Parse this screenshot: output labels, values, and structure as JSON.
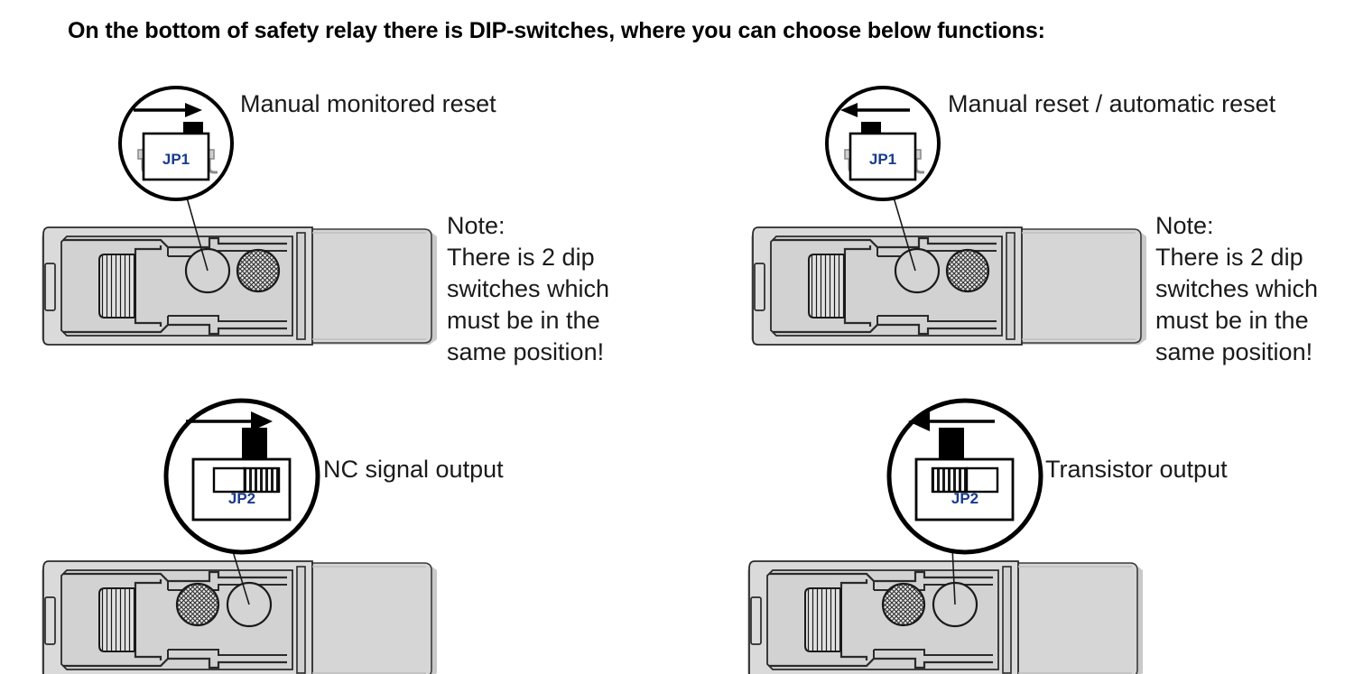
{
  "title": "On the bottom of safety relay there is DIP-switches, where you can choose below functions:",
  "colors": {
    "housing_fill": "#d6d6d6",
    "housing_fill_light": "#dedede",
    "outline": "#1a1a1a",
    "jumper_label": "#1a3a8f",
    "switch_tab": "#000000",
    "background": "#ffffff"
  },
  "panels": [
    {
      "id": "top-left",
      "caption": "Manual monitored reset",
      "jumper_label": "JP1",
      "arrow_direction": "right",
      "switch_position": "right",
      "note": "Note:\nThere is 2 dip\nswitches which\nmust be in the\nsame position!",
      "detail_target": "left-circle"
    },
    {
      "id": "top-right",
      "caption": "Manual reset / automatic reset",
      "jumper_label": "JP1",
      "arrow_direction": "left",
      "switch_position": "left",
      "note": "Note:\nThere is 2 dip\nswitches which\nmust be in the\nsame position!",
      "detail_target": "left-circle"
    },
    {
      "id": "bottom-left",
      "caption": "NC signal output",
      "jumper_label": "JP2",
      "arrow_direction": "right",
      "switch_position": "right",
      "note": "",
      "detail_target": "right-circle"
    },
    {
      "id": "bottom-right",
      "caption": "Transistor output",
      "jumper_label": "JP2",
      "arrow_direction": "left",
      "switch_position": "left",
      "note": "",
      "detail_target": "right-circle"
    }
  ]
}
